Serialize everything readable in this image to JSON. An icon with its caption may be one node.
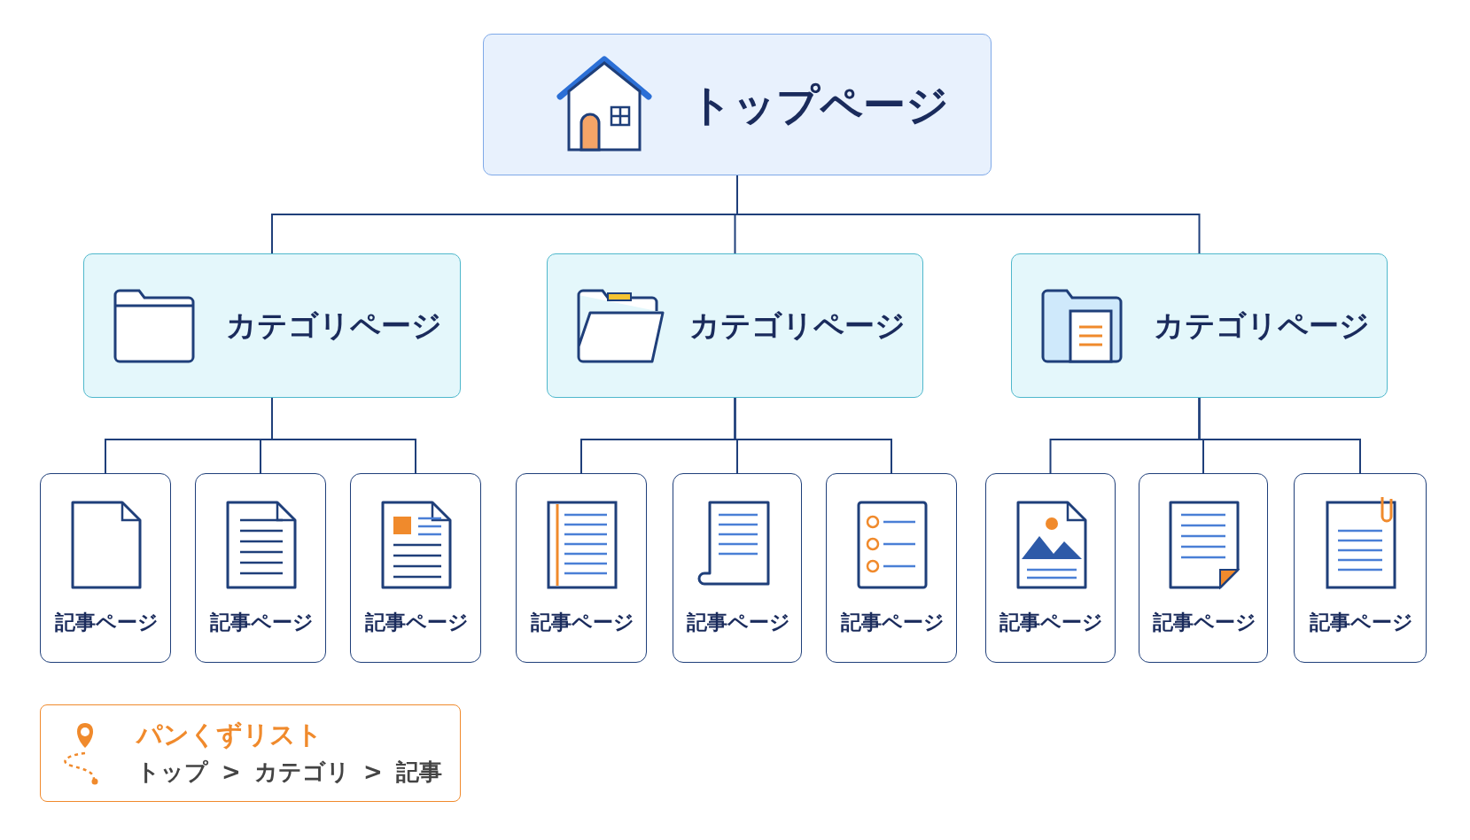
{
  "diagram": {
    "nodes": [
      {
        "text": [
          "トップページ"
        ]
      },
      {
        "text": [
          "カテゴリページ"
        ]
      },
      {
        "text": [
          "カテゴリページ"
        ]
      },
      {
        "text": [
          "カテゴリページ"
        ]
      },
      {
        "text": [
          "記事ページ"
        ]
      },
      {
        "text": [
          "記事ページ"
        ]
      },
      {
        "text": [
          "記事ページ"
        ]
      },
      {
        "text": [
          "記事ページ"
        ]
      },
      {
        "text": [
          "記事ページ"
        ]
      },
      {
        "text": [
          "記事ページ"
        ]
      },
      {
        "text": [
          "記事ページ"
        ]
      },
      {
        "text": [
          "記事ページ"
        ]
      },
      {
        "text": [
          "記事ページ"
        ]
      },
      {
        "text": [
          "パンくずリスト",
          "トップ > カテゴリ > 記事"
        ]
      }
    ],
    "edges": [
      {
        "from": 0,
        "to": 1,
        "arrow": "none"
      },
      {
        "from": 0,
        "to": 2,
        "arrow": "none"
      },
      {
        "from": 0,
        "to": 3,
        "arrow": "none"
      },
      {
        "from": 1,
        "to": 4,
        "arrow": "none"
      },
      {
        "from": 1,
        "to": 5,
        "arrow": "none"
      },
      {
        "from": 1,
        "to": 6,
        "arrow": "none"
      },
      {
        "from": 2,
        "to": 7,
        "arrow": "none"
      },
      {
        "from": 2,
        "to": 8,
        "arrow": "none"
      },
      {
        "from": 2,
        "to": 9,
        "arrow": "none"
      },
      {
        "from": 3,
        "to": 10,
        "arrow": "none"
      },
      {
        "from": 3,
        "to": 11,
        "arrow": "none"
      },
      {
        "from": 3,
        "to": 12,
        "arrow": "none"
      }
    ]
  }
}
